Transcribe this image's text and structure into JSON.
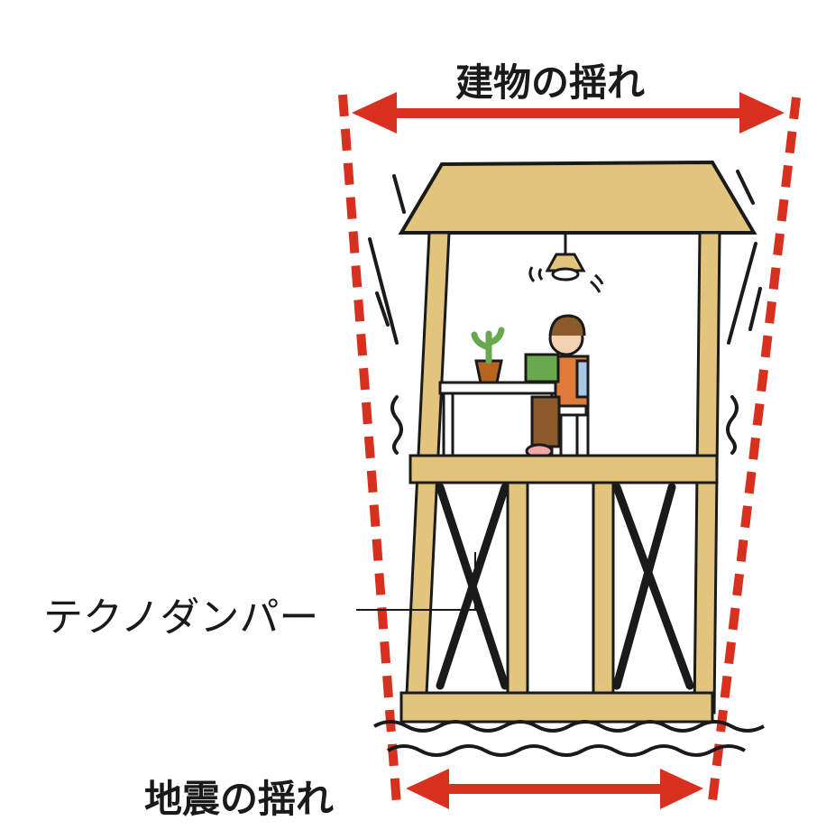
{
  "labels": {
    "building_sway": "建物の揺れ",
    "damper": "テクノダンパー",
    "earthquake_sway": "地震の揺れ"
  },
  "colors": {
    "arrow": "#d8301f",
    "wood": "#e3c47c",
    "outline": "#1a1a1a",
    "pot": "#b5651d",
    "plant": "#6aa84f"
  }
}
